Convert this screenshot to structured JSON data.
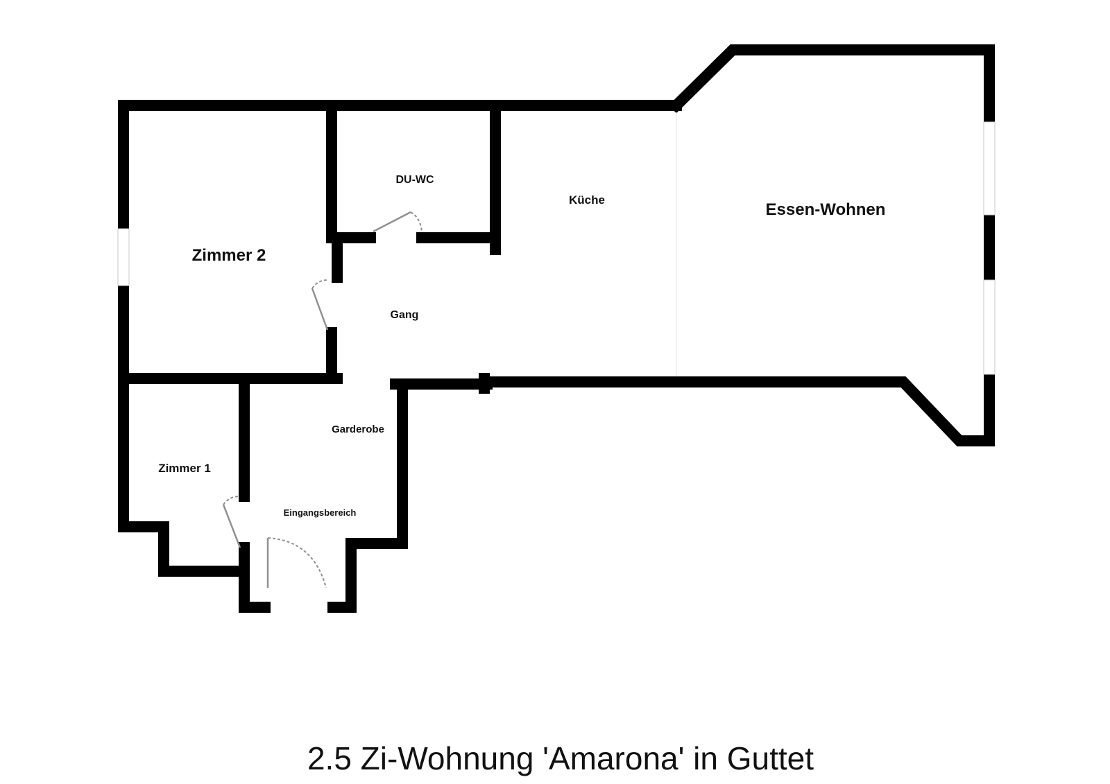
{
  "plan": {
    "title": "2.5 Zi-Wohnung 'Amarona' in Guttet",
    "rooms": {
      "zimmer2": "Zimmer 2",
      "du_wc": "DU-WC",
      "kueche": "Küche",
      "essen_wohnen": "Essen-Wohnen",
      "gang": "Gang",
      "garderobe": "Garderobe",
      "zimmer1": "Zimmer 1",
      "eingangsbereich": "Eingangsbereich"
    },
    "colors": {
      "wall": "#000000",
      "door": "#909090",
      "background": "#ffffff"
    }
  }
}
